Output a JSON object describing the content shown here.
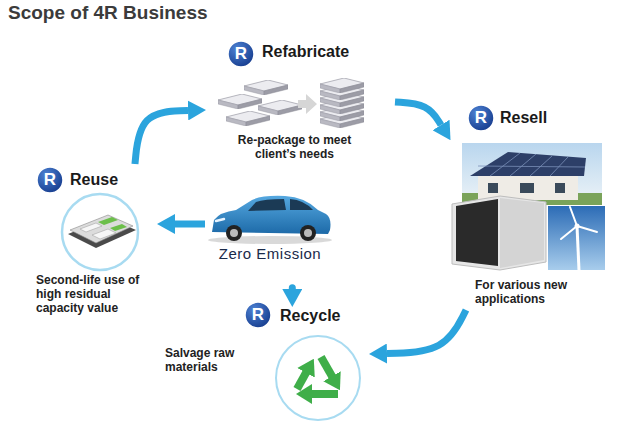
{
  "diagram": {
    "title": "Scope of 4R Business",
    "nodes": [
      {
        "text": [
          "Refabricate",
          "Re-package to meet client’s needs"
        ]
      },
      {
        "text": [
          "R"
        ],
        "in": 0
      },
      {
        "text": [
          "Resell",
          "For various new applications"
        ]
      },
      {
        "text": [
          "R"
        ],
        "in": 2
      },
      {
        "text": [
          "Reuse",
          "Second-life use of high residual capacity value"
        ]
      },
      {
        "text": [
          "R"
        ],
        "in": 4
      },
      {
        "text": [
          "Zero Emission"
        ]
      },
      {
        "text": [
          "Recycle",
          "Salvage raw materials"
        ]
      },
      {
        "text": [
          "R"
        ],
        "in": 7
      }
    ],
    "edges": [
      {
        "from": 4,
        "to": 0,
        "arrow": "to"
      },
      {
        "from": 0,
        "to": 2,
        "arrow": "to"
      },
      {
        "from": 2,
        "to": 7,
        "arrow": "to"
      },
      {
        "from": 7,
        "to": 6,
        "arrow": "to"
      },
      {
        "from": 6,
        "to": 4,
        "arrow": "to"
      }
    ]
  }
}
